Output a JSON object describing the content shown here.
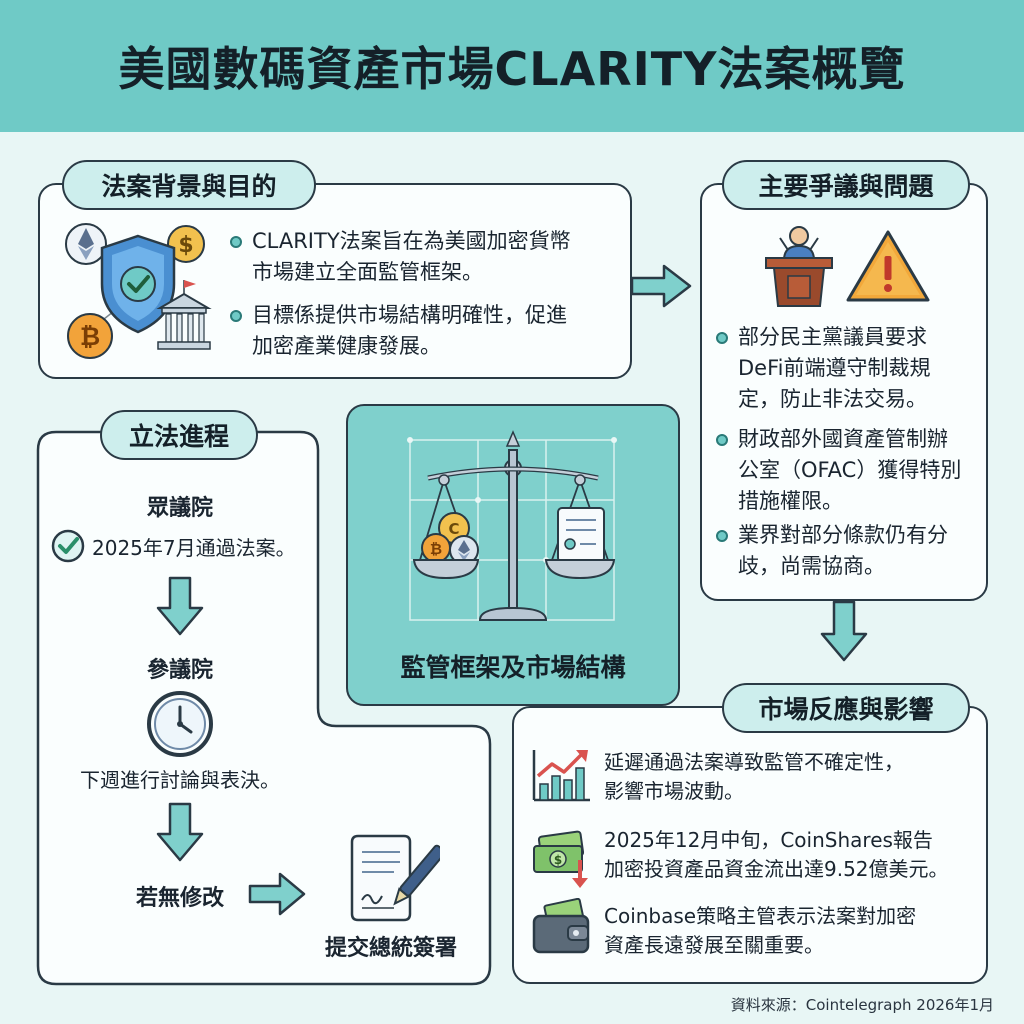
{
  "title": "美國數碼資產市場CLARITY法案概覽",
  "background": {
    "heading": "法案背景與目的",
    "bullets": [
      "CLARITY法案旨在為美國加密貨幣\n市場建立全面監管框架。",
      "目標係提供市場結構明確性，促進\n加密產業健康發展。"
    ],
    "icons": [
      "ethereum-icon",
      "shield-check-icon",
      "dollar-coin-icon",
      "bitcoin-icon",
      "bank-building-icon"
    ]
  },
  "disputes": {
    "heading": "主要爭議與問題",
    "bullets": [
      "部分民主黨議員要求\nDeFi前端遵守制裁規\n定，防止非法交易。",
      "財政部外國資產管制辦\n公室（OFAC）獲得特別\n措施權限。",
      "業界對部分條款仍有分\n歧，尚需協商。"
    ],
    "icons": [
      "podium-speaker-icon",
      "warning-icon"
    ]
  },
  "process": {
    "heading": "立法進程",
    "house": "眾議院",
    "house_note": "2025年7月通過法案。",
    "senate": "參議院",
    "senate_note": "下週進行討論與表決。",
    "no_change": "若無修改",
    "sign": "提交總統簽署"
  },
  "center": {
    "label": "監管框架及市場結構",
    "icon": "balance-scale-icon"
  },
  "market": {
    "heading": "市場反應與影響",
    "items": [
      {
        "icon": "chart-up-icon",
        "text": "延遲通過法案導致監管不確定性，\n影響市場波動。"
      },
      {
        "icon": "money-outflow-icon",
        "text": "2025年12月中旬，CoinShares報告\n加密投資產品資金流出達9.52億美元。"
      },
      {
        "icon": "wallet-icon",
        "text": "Coinbase策略主管表示法案對加密\n資產長遠發展至關重要。"
      }
    ]
  },
  "source": "資料來源：Cointelegraph 2026年1月",
  "colors": {
    "header": "#6fcac6",
    "background": "#e8f6f5",
    "accent": "#3fb5b0",
    "border": "#2a3a45"
  }
}
